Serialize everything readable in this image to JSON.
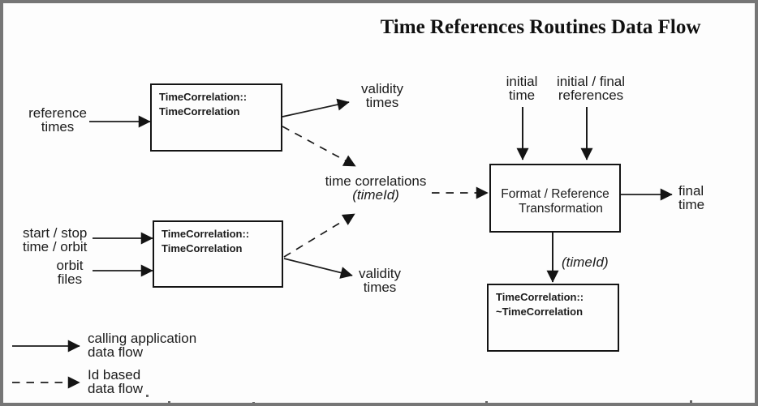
{
  "title": "Time References Routines Data Flow",
  "boxes": {
    "constructor1": {
      "line1": "TimeCorrelation::",
      "line2": "TimeCorrelation"
    },
    "constructor2": {
      "line1": "TimeCorrelation::",
      "line2": "TimeCorrelation"
    },
    "format": {
      "line1": "Format / Reference",
      "line2": "Transformation"
    },
    "destructor": {
      "line1": "TimeCorrelation::",
      "line2": "~TimeCorrelation"
    }
  },
  "labels": {
    "reference_times": {
      "line1": "reference",
      "line2": "times"
    },
    "validity_times_top": {
      "line1": "validity",
      "line2": "times"
    },
    "time_correlations": {
      "line1": "time correlations",
      "line2": "(timeId)"
    },
    "initial_time": {
      "line1": "initial",
      "line2": "time"
    },
    "initial_final_references": {
      "line1": "initial / final",
      "line2": "references"
    },
    "final_time": {
      "line1": "final",
      "line2": "time"
    },
    "start_stop_time_orbit": {
      "line1": "start / stop",
      "line2": "time / orbit"
    },
    "orbit_files": {
      "line1": "orbit",
      "line2": "files"
    },
    "validity_times_bottom": {
      "line1": "validity",
      "line2": "times"
    },
    "timeid_out": "(timeId)"
  },
  "legend": {
    "solid_arrow": {
      "line1": "calling application",
      "line2": "data flow"
    },
    "dashed_arrow": {
      "line1": "Id based",
      "line2": "data flow"
    }
  },
  "colors": {
    "ink": "#1c1c1c",
    "frame": "#767676",
    "background": "#fdfdfd"
  }
}
